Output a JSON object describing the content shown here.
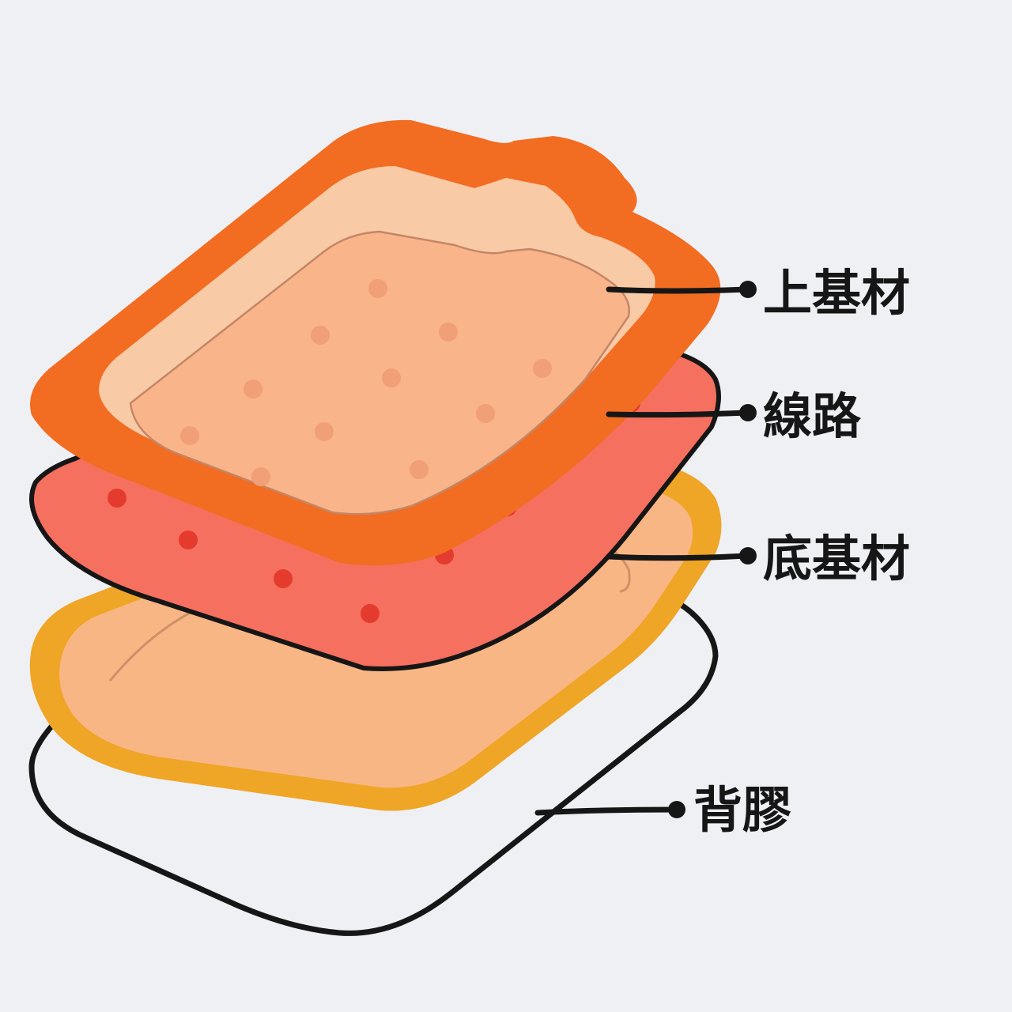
{
  "diagram": {
    "type": "exploded-layer-stack",
    "layers": [
      {
        "id": "top-substrate",
        "label": "上基材",
        "fill": "#f9b48a",
        "border": "#f26c21"
      },
      {
        "id": "circuit",
        "label": "線路",
        "fill": "#f6705f",
        "border": "#161616",
        "dots": "#e53b2e"
      },
      {
        "id": "bottom-substrate",
        "label": "底基材",
        "fill": "#f9b685",
        "border": "#efa526"
      },
      {
        "id": "adhesive",
        "label": "背膠",
        "fill": "#eff0f4",
        "border": "#161616"
      }
    ],
    "colors": {
      "background": "#eff0f4",
      "top_inner_light": "#f8caa5",
      "top_texture_dots": "#f19f77",
      "leader_line": "#161616"
    }
  }
}
